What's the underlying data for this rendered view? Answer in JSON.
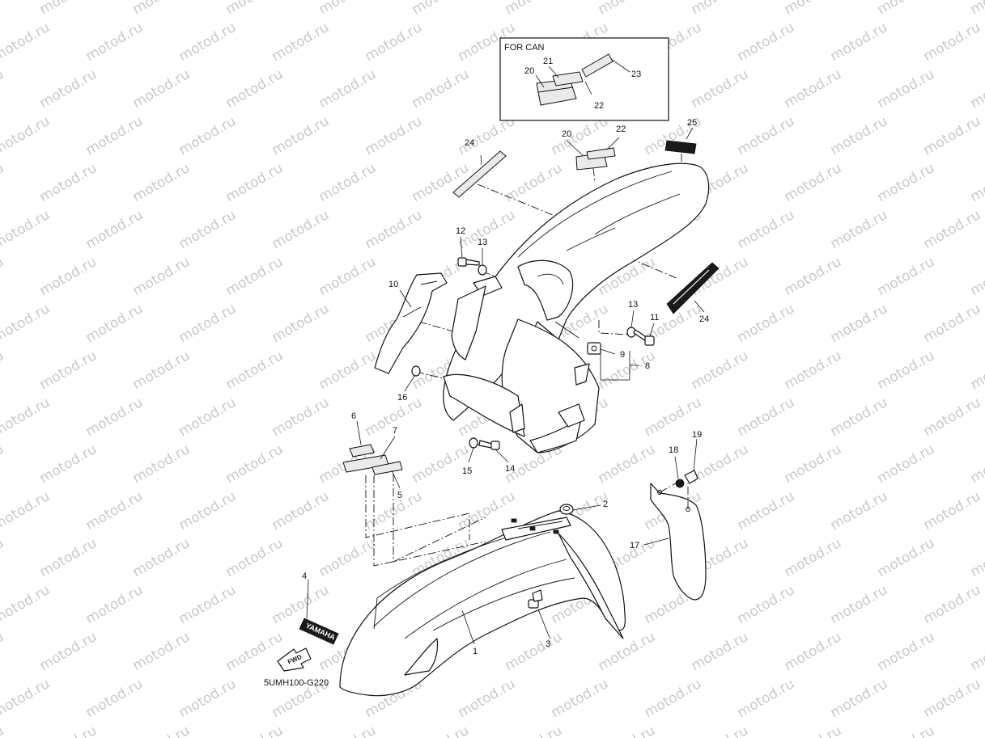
{
  "watermark": {
    "text": "motod.ru"
  },
  "diagram": {
    "code": "5UMH100-G220",
    "inset": {
      "title": "FOR CAN"
    },
    "embossed": {
      "brand": "YAMAHA",
      "direction": "FWD"
    },
    "callouts": {
      "c1": "1",
      "c2": "2",
      "c3": "3",
      "c4": "4",
      "c5": "5",
      "c6": "6",
      "c7": "7",
      "c8": "8",
      "c9": "9",
      "c10": "10",
      "c11": "11",
      "c12": "12",
      "c13a": "13",
      "c13b": "13",
      "c14": "14",
      "c15": "15",
      "c16": "16",
      "c17": "17",
      "c18": "18",
      "c19": "19",
      "c20a": "20",
      "c20b": "20",
      "c21": "21",
      "c22a": "22",
      "c22b": "22",
      "c23": "23",
      "c24a": "24",
      "c24b": "24",
      "c25": "25"
    }
  }
}
